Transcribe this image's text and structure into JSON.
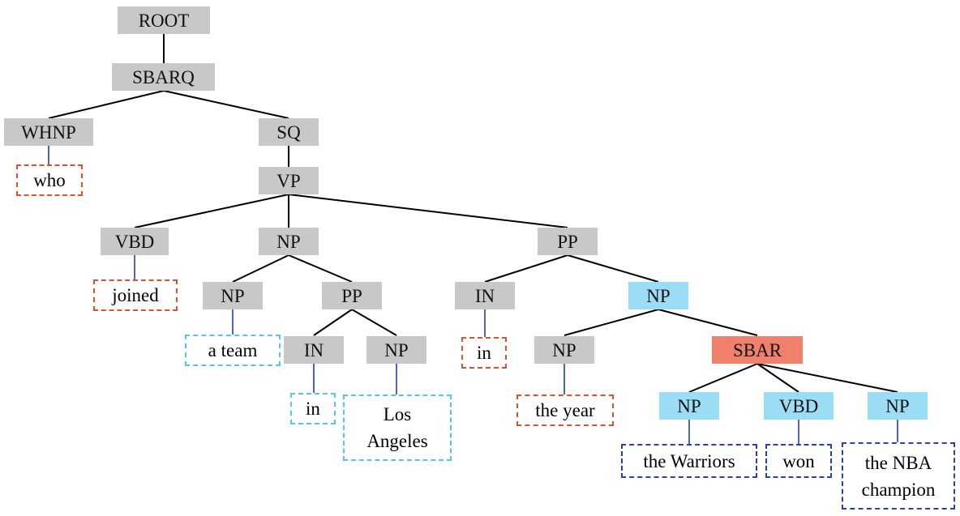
{
  "colors": {
    "phrase_fill": "#c8c8c8",
    "highlight_fill": "#9bddf5",
    "clause_fill": "#f07f6b",
    "leaf_red": "#e0502a",
    "leaf_cyan": "#55c6ea",
    "leaf_navy": "#2f3fa8",
    "edge_black": "#000000",
    "edge_leaf": "#4b63c4"
  },
  "nodes": {
    "root": "ROOT",
    "sbarq": "SBARQ",
    "whnp": "WHNP",
    "sq": "SQ",
    "vp": "VP",
    "vbd_joined": "VBD",
    "np_main": "NP",
    "pp_main": "PP",
    "np_team": "NP",
    "pp_la": "PP",
    "in_la": "IN",
    "np_la": "NP",
    "in_year": "IN",
    "np_year_group": "NP",
    "np_year": "NP",
    "sbar": "SBAR",
    "np_warriors": "NP",
    "vbd_won": "VBD",
    "np_champion": "NP"
  },
  "leaves": {
    "who": "who",
    "joined": "joined",
    "a_team": "a team",
    "in_1": "in",
    "los_angeles_1": "Los",
    "los_angeles_2": "Angeles",
    "in_2": "in",
    "the_year": "the year",
    "the_warriors": "the Warriors",
    "won": "won",
    "nba_champion_1": "the NBA",
    "nba_champion_2": "champion"
  }
}
